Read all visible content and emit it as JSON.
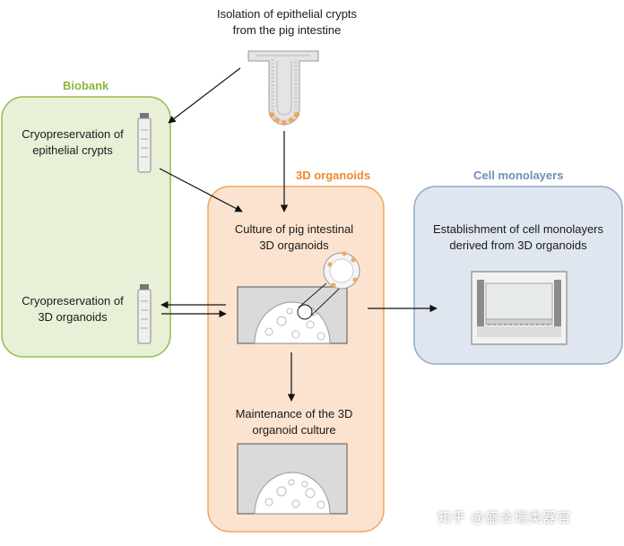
{
  "top": {
    "line1": "Isolation of epithelial crypts",
    "line2": "from the pig intestine"
  },
  "biobank": {
    "title": "Biobank",
    "item1": {
      "line1": "Cryopreservation of",
      "line2": "epithelial crypts"
    },
    "item2": {
      "line1": "Cryopreservation of",
      "line2": "3D organoids"
    }
  },
  "organoids": {
    "title": "3D organoids",
    "culture": {
      "line1": "Culture of pig intestinal",
      "line2": "3D organoids"
    },
    "maintenance": {
      "line1": "Maintenance of the 3D",
      "line2": "organoid culture"
    }
  },
  "monolayers": {
    "title": "Cell monolayers",
    "line1": "Establishment of cell monolayers",
    "line2": "derived from 3D organoids"
  },
  "watermark": "知乎 @盛合瑞类器官",
  "colors": {
    "biobank_fill": "#e9f0d8",
    "biobank_stroke": "#93bd4e",
    "biobank_title": "#8ab83e",
    "organoid_fill": "#fbe3cf",
    "organoid_stroke": "#f0a55e",
    "organoid_title": "#ee8a2d",
    "mono_fill": "#dfe6f0",
    "mono_stroke": "#8fa9c8",
    "mono_title": "#6d8fb8",
    "crypt_dots": "#f0a55e"
  }
}
